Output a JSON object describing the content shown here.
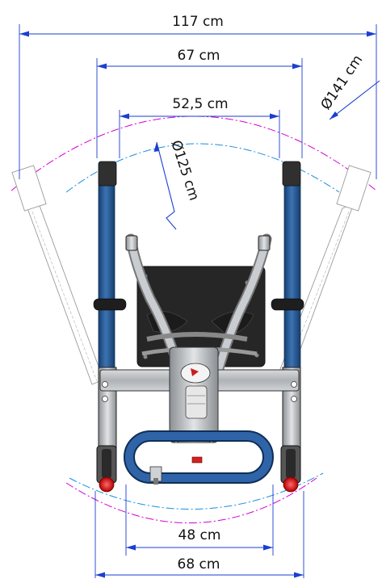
{
  "dimensions": {
    "overall_width": "117 cm",
    "leg_span_top": "67 cm",
    "inner_span_top": "52,5 cm",
    "inner_diameter": "Ø125 cm",
    "outer_diameter": "Ø141 cm",
    "inner_span_bottom": "48 cm",
    "outer_span_bottom": "68 cm"
  },
  "colors": {
    "dimension_line": "#1a3fd0",
    "frame_blue": "#1f4f8a",
    "frame_grey": "#b9bcbf",
    "seat_black": "#262626",
    "arc_magenta": "#d400d4",
    "arc_cyan": "#1a8fe0",
    "wheel_red": "#d42020"
  }
}
